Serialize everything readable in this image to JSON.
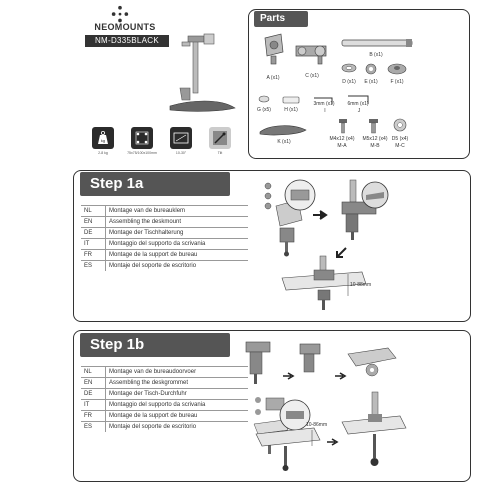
{
  "brand": {
    "name": "NEOMOUNTS",
    "model": "NM-D335BLACK"
  },
  "specs": [
    {
      "icon": "weight-icon",
      "label": "2-8 kg",
      "badge": "kg"
    },
    {
      "icon": "vesa-icon",
      "label": "75x75/100x100mm"
    },
    {
      "icon": "screen-size-icon",
      "label": "10-30\""
    },
    {
      "icon": "tilt-icon",
      "label": "Tilt"
    }
  ],
  "parts": {
    "title": "Parts",
    "items": [
      {
        "label": "A (x1)"
      },
      {
        "label": "C (x1)"
      },
      {
        "label": "B (x1)"
      },
      {
        "label": "D (x1)"
      },
      {
        "label": "E (x1)"
      },
      {
        "label": "F (x1)"
      },
      {
        "label": "G (x5)"
      },
      {
        "label": "H (x1)"
      },
      {
        "label": "3mm (x1)"
      },
      {
        "label": "I"
      },
      {
        "label": "6mm (x1)"
      },
      {
        "label": "J"
      },
      {
        "label": "K (x1)"
      },
      {
        "label": "M4x12 (x4)"
      },
      {
        "label": "M-A"
      },
      {
        "label": "M5x12 (x4)"
      },
      {
        "label": "M-B"
      },
      {
        "label": "D5 (x4)"
      },
      {
        "label": "M-C"
      }
    ]
  },
  "step1a": {
    "title": "Step 1a",
    "rows": [
      {
        "code": "NL",
        "text": "Montage van de bureauklem"
      },
      {
        "code": "EN",
        "text": "Assembling the deskmount"
      },
      {
        "code": "DE",
        "text": "Montage der Tischhalterung"
      },
      {
        "code": "IT",
        "text": "Montaggio del supporto da scrivania"
      },
      {
        "code": "FR",
        "text": "Montage de la support de bureau"
      },
      {
        "code": "ES",
        "text": "Montaje del soporte de escritorio"
      }
    ],
    "dimension": "10-88mm"
  },
  "step1b": {
    "title": "Step 1b",
    "rows": [
      {
        "code": "NL",
        "text": "Montage van de bureaudoorvoer"
      },
      {
        "code": "EN",
        "text": "Assembling the deskgrommet"
      },
      {
        "code": "DE",
        "text": "Montage der Tisch-Durchfuhr"
      },
      {
        "code": "IT",
        "text": "Montaggio del supporto da scrivania"
      },
      {
        "code": "FR",
        "text": "Montage de la support de bureau"
      },
      {
        "code": "ES",
        "text": "Montaje del soporte de escritorio"
      }
    ],
    "dimension": "10-86mm"
  }
}
